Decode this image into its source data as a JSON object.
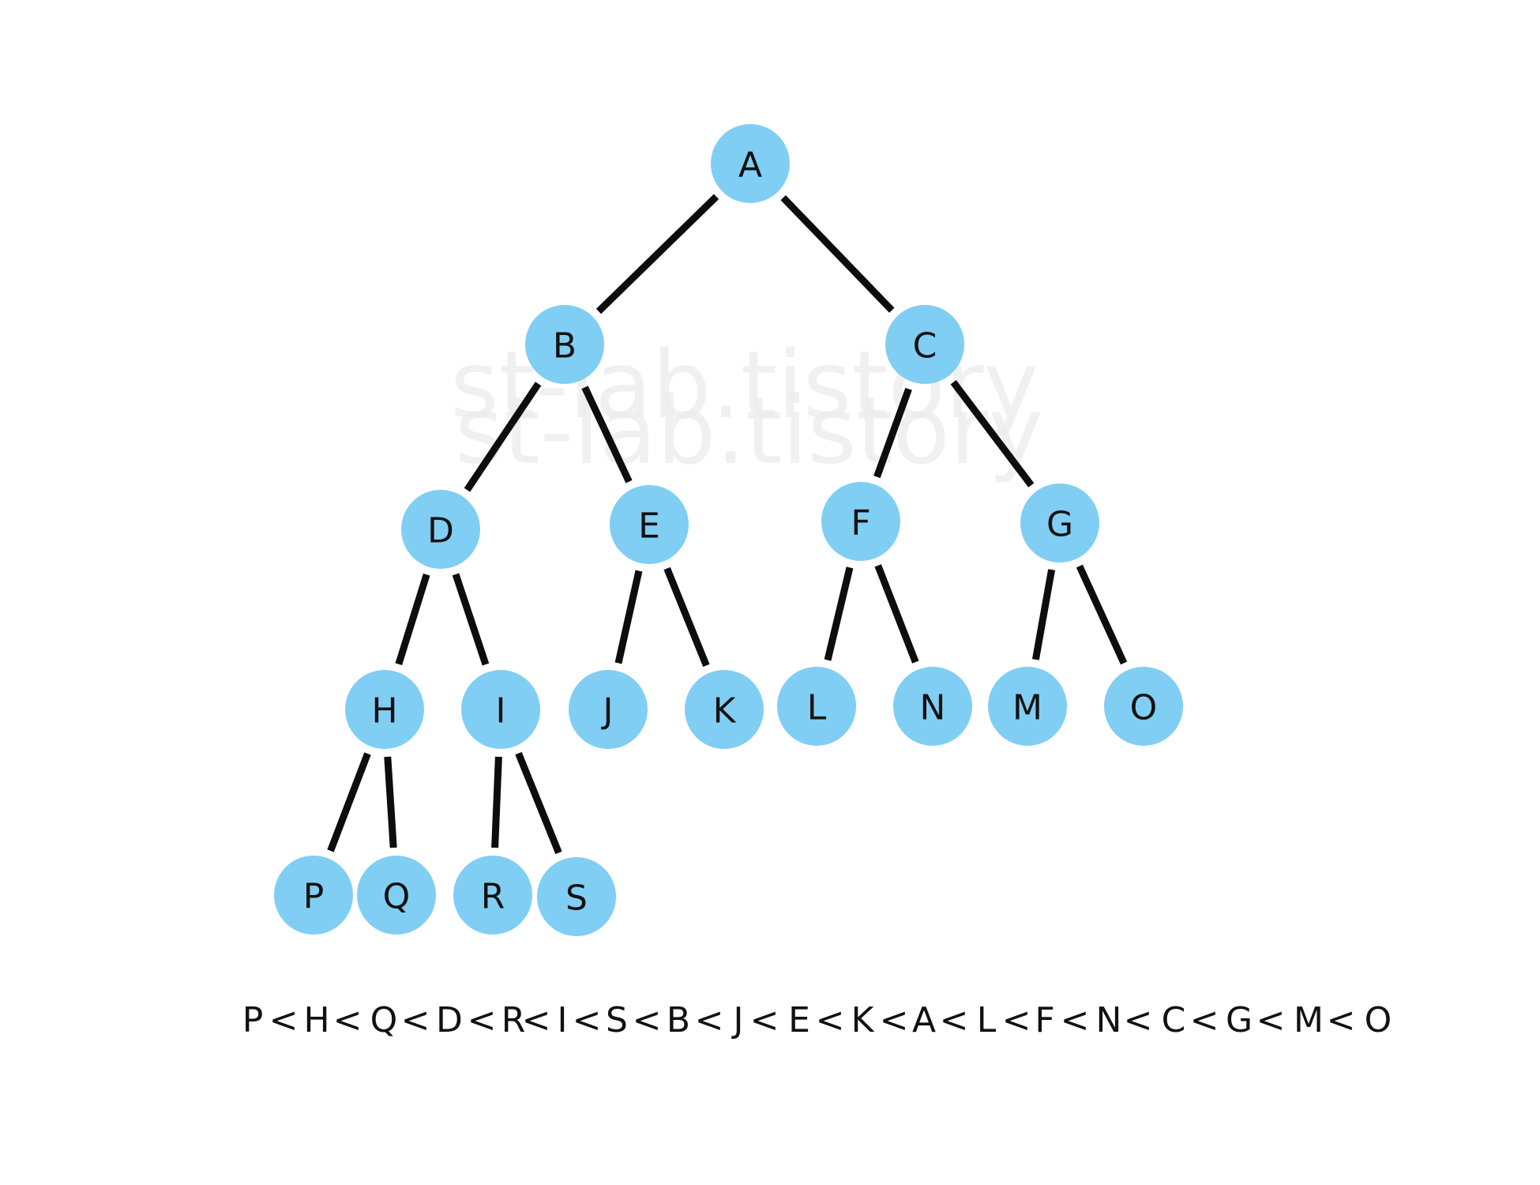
{
  "watermark": [
    "st-lab.tistory",
    "st-lab.tistory"
  ],
  "tree": {
    "nodes": [
      {
        "id": "A",
        "label": "A"
      },
      {
        "id": "B",
        "label": "B"
      },
      {
        "id": "C",
        "label": "C"
      },
      {
        "id": "D",
        "label": "D"
      },
      {
        "id": "E",
        "label": "E"
      },
      {
        "id": "F",
        "label": "F"
      },
      {
        "id": "G",
        "label": "G"
      },
      {
        "id": "H",
        "label": "H"
      },
      {
        "id": "I",
        "label": "I"
      },
      {
        "id": "J",
        "label": "J"
      },
      {
        "id": "K",
        "label": "K"
      },
      {
        "id": "L",
        "label": "L"
      },
      {
        "id": "N",
        "label": "N"
      },
      {
        "id": "M",
        "label": "M"
      },
      {
        "id": "O",
        "label": "O"
      },
      {
        "id": "P",
        "label": "P"
      },
      {
        "id": "Q",
        "label": "Q"
      },
      {
        "id": "R",
        "label": "R"
      },
      {
        "id": "S",
        "label": "S"
      }
    ],
    "edges": [
      [
        "A",
        "B"
      ],
      [
        "A",
        "C"
      ],
      [
        "B",
        "D"
      ],
      [
        "B",
        "E"
      ],
      [
        "C",
        "F"
      ],
      [
        "C",
        "G"
      ],
      [
        "D",
        "H"
      ],
      [
        "D",
        "I"
      ],
      [
        "E",
        "J"
      ],
      [
        "E",
        "K"
      ],
      [
        "F",
        "L"
      ],
      [
        "F",
        "N"
      ],
      [
        "G",
        "M"
      ],
      [
        "G",
        "O"
      ],
      [
        "H",
        "P"
      ],
      [
        "H",
        "Q"
      ],
      [
        "I",
        "R"
      ],
      [
        "I",
        "S"
      ]
    ]
  },
  "order": {
    "items": [
      "P",
      "<",
      "H",
      "<",
      "Q",
      "<",
      "D",
      "<",
      "R",
      "<",
      "I",
      "<",
      "S",
      "<",
      "B",
      "<",
      "J",
      "<",
      "E",
      "<",
      "K",
      "<",
      "A",
      "<",
      "L",
      "<",
      "F",
      "<",
      "N",
      "<",
      "C",
      "<",
      "G",
      "<",
      "M",
      "<",
      "O"
    ]
  },
  "colors": {
    "node_fill": "#80cef4",
    "edge": "#0d0d0d",
    "text": "#111111",
    "watermark": "#ececec",
    "background": "#ffffff"
  }
}
